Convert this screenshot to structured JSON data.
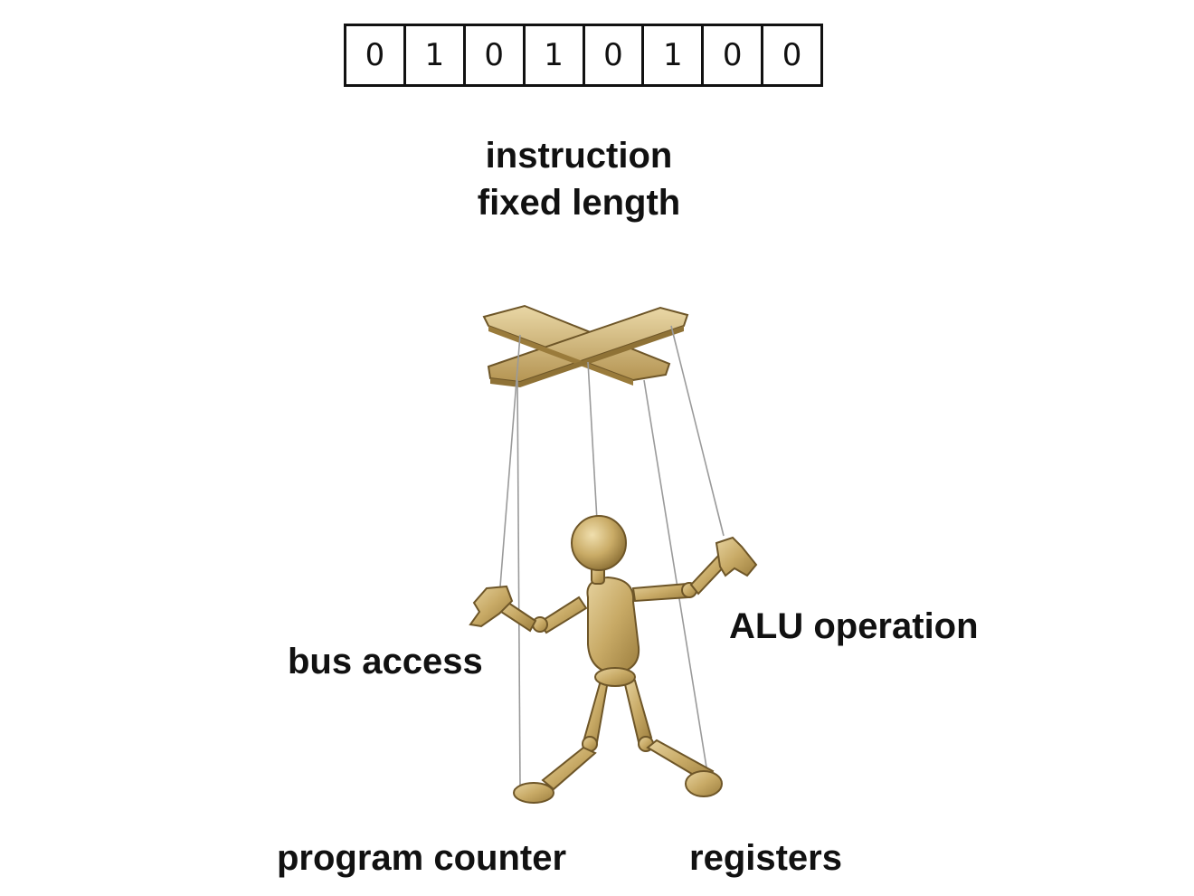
{
  "instruction_register": {
    "bits": [
      "0",
      "1",
      "0",
      "1",
      "0",
      "1",
      "0",
      "0"
    ]
  },
  "instruction_label": {
    "line1": "instruction",
    "line2": "fixed length"
  },
  "labels": {
    "bus_access": "bus access",
    "alu_operation": "ALU operation",
    "program_counter": "program counter",
    "registers": "registers"
  },
  "colors": {
    "wood_light": "#d9c089",
    "wood_mid": "#b89a55",
    "wood_dark": "#7a6230",
    "string": "#9a9a9a",
    "text": "#111111"
  },
  "illustration": {
    "icon": "marionette-puppet-icon"
  }
}
